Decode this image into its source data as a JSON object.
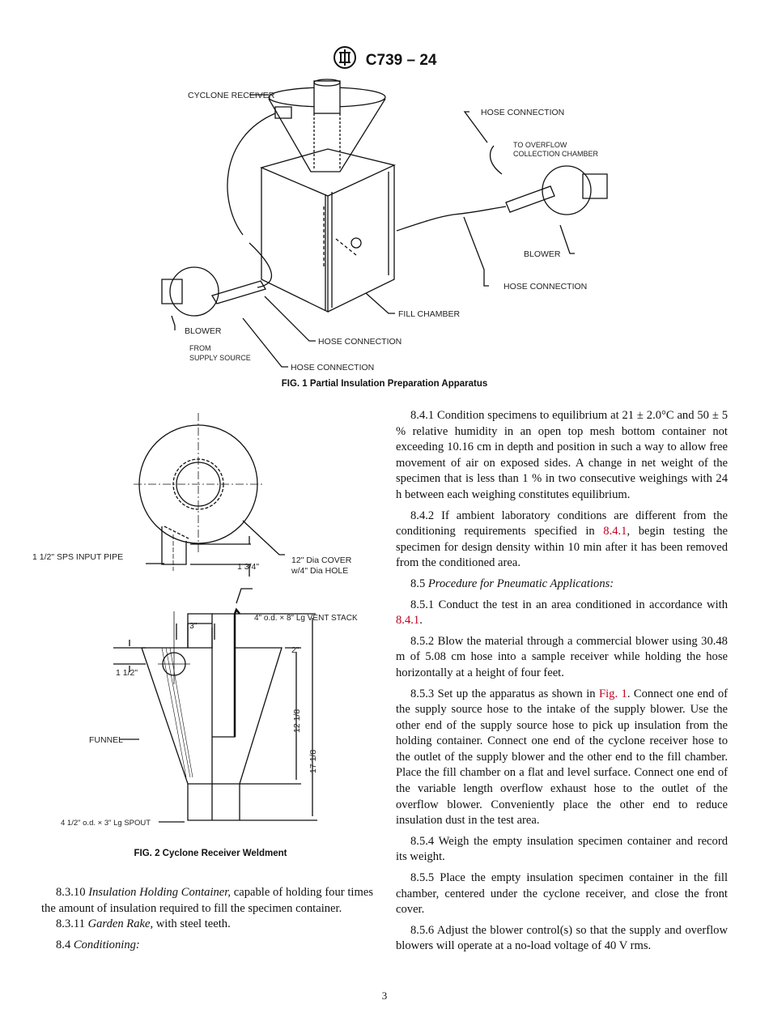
{
  "header": {
    "designation": "C739 – 24",
    "logo_text": "ASTM"
  },
  "fig1": {
    "caption": "FIG. 1 Partial Insulation Preparation Apparatus",
    "labels": {
      "cyclone_receiver": "CYCLONE RECEIVER",
      "hose_connection_top_right": "HOSE CONNECTION",
      "to_overflow_1": "TO OVERFLOW",
      "to_overflow_2": "COLLECTION CHAMBER",
      "blower_right": "BLOWER",
      "hose_connection_right": "HOSE CONNECTION",
      "fill_chamber": "FILL CHAMBER",
      "hose_connection_mid": "HOSE CONNECTION",
      "blower_left": "BLOWER",
      "from_1": "FROM",
      "from_2": "SUPPLY SOURCE",
      "hose_connection_bottom": "HOSE CONNECTION"
    }
  },
  "fig2": {
    "caption": "FIG. 2 Cyclone Receiver Weldment",
    "labels": {
      "input_pipe": "1 1/2\" SPS INPUT PIPE",
      "dim_1_3_4": "1 3/4\"",
      "cover_1": "12\" Dia COVER",
      "cover_2": "w/4\" Dia HOLE",
      "vent_stack": "4\" o.d. × 8\" Lg VENT STACK",
      "dim_3": "3\"",
      "dim_2": "2\"",
      "dim_1_1_2": "1 1/2\"",
      "funnel": "FUNNEL",
      "dim_12_1_8": "12 1/8",
      "dim_17_1_8": "17 1/8",
      "spout": "4 1/2\" o.d. × 3\" Lg SPOUT"
    }
  },
  "left_column": [
    {
      "num": "8.3.10",
      "title": "Insulation Holding Container,",
      "text": " capable of holding four times the amount of insulation required to fill the specimen container."
    },
    {
      "num": "8.3.11",
      "title": "Garden Rake,",
      "text": " with steel teeth."
    },
    {
      "num": "8.4",
      "title": "Conditioning:",
      "text": ""
    }
  ],
  "right_column": [
    {
      "num": "8.4.1",
      "parts": [
        {
          "t": "Condition specimens to equilibrium at 21 ± 2.0°C and 50 ± 5 % relative humidity in an open top mesh bottom container not exceeding 10.16 cm in depth and position in such a way to allow free movement of air on exposed sides. A change in net weight of the specimen that is less than 1 % in two consecutive weighings with 24 h between each weighing constitutes equilibrium."
        }
      ]
    },
    {
      "num": "8.4.2",
      "parts": [
        {
          "t": "If ambient laboratory conditions are different from the conditioning requirements specified in "
        },
        {
          "t": "8.4.1",
          "link": true
        },
        {
          "t": ", begin testing the specimen for design density within 10 min after it has been removed from the conditioned area."
        }
      ]
    },
    {
      "num": "8.5",
      "title": "Procedure for Pneumatic Applications:",
      "parts": []
    },
    {
      "num": "8.5.1",
      "parts": [
        {
          "t": "Conduct the test in an area conditioned in accordance with "
        },
        {
          "t": "8.4.1",
          "link": true
        },
        {
          "t": "."
        }
      ]
    },
    {
      "num": "8.5.2",
      "parts": [
        {
          "t": "Blow the material through a commercial blower using 30.48 m of 5.08 cm hose into a sample receiver while holding the hose horizontally at a height of four feet."
        }
      ]
    },
    {
      "num": "8.5.3",
      "parts": [
        {
          "t": "Set up the apparatus as shown in "
        },
        {
          "t": "Fig. 1",
          "link": true
        },
        {
          "t": ". Connect one end of the supply source hose to the intake of the supply blower. Use the other end of the supply source hose to pick up insulation from the holding container. Connect one end of the cyclone receiver hose to the outlet of the supply blower and the other end to the fill chamber. Place the fill chamber on a flat and level surface. Connect one end of the variable length overflow exhaust hose to the outlet of the overflow blower. Conveniently place the other end to reduce insulation dust in the test area."
        }
      ]
    },
    {
      "num": "8.5.4",
      "parts": [
        {
          "t": "Weigh the empty insulation specimen container and record its weight."
        }
      ]
    },
    {
      "num": "8.5.5",
      "parts": [
        {
          "t": "Place the empty insulation specimen container in the fill chamber, centered under the cyclone receiver, and close the front cover."
        }
      ]
    },
    {
      "num": "8.5.6",
      "parts": [
        {
          "t": "Adjust the blower control(s) so that the supply and overflow blowers will operate at a no-load voltage of 40 V rms."
        }
      ]
    }
  ],
  "footer": {
    "page_number": "3"
  },
  "colors": {
    "link": "#c0001e"
  }
}
